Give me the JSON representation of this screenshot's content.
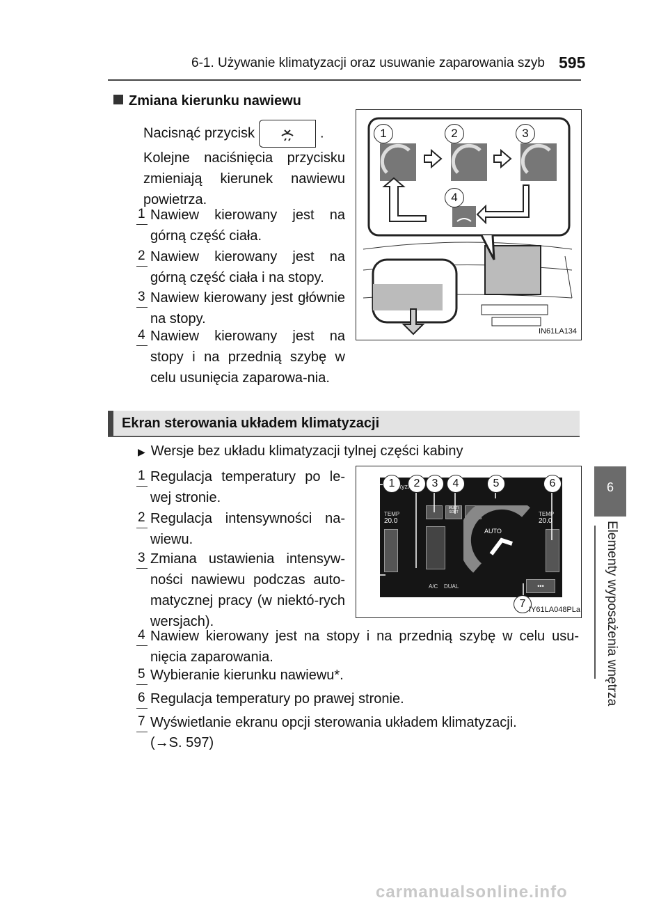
{
  "header": {
    "title": "6-1. Używanie klimatyzacji oraz usuwanie zaparowania szyb",
    "page_number": "595"
  },
  "side_tab": {
    "number": "6",
    "label": "Elementy wyposażenia wnętrza"
  },
  "section1": {
    "heading": "Zmiana kierunku nawiewu",
    "press_before": "Nacisnąć przycisk",
    "press_after": ".",
    "intro": "Kolejne naciśnięcia przycisku zmieniają kierunek nawiewu powietrza.",
    "items": [
      {
        "n": "1",
        "text": "Nawiew kierowany jest na górną część ciała."
      },
      {
        "n": "2",
        "text": "Nawiew kierowany jest na górną część ciała i na stopy."
      },
      {
        "n": "3",
        "text": "Nawiew kierowany jest głównie na stopy."
      },
      {
        "n": "4",
        "text": "Nawiew kierowany jest na stopy i na przednią szybę w celu usunięcia zaparowa-nia."
      }
    ],
    "figure": {
      "code": "IN61LA134",
      "labels": [
        "1",
        "2",
        "3",
        "4"
      ]
    }
  },
  "section2": {
    "heading": "Ekran sterowania układem klimatyzacji",
    "sub": "Wersje bez układu klimatyzacji tylnej części kabiny",
    "items": [
      {
        "n": "1",
        "text": "Regulacja temperatury po le-wej stronie."
      },
      {
        "n": "2",
        "text": "Regulacja intensywności na-wiewu."
      },
      {
        "n": "3",
        "text": "Zmiana ustawienia intensyw-ności nawiewu podczas auto-matycznej pracy (w niektó-rych wersjach)."
      },
      {
        "n": "4",
        "text": "Nawiew kierowany jest na stopy i na przednią szybę w celu usu-nięcia zaparowania."
      },
      {
        "n": "5",
        "text": "Wybieranie kierunku nawiewu*."
      },
      {
        "n": "6",
        "text": "Regulacja temperatury po prawej stronie."
      },
      {
        "n": "7",
        "text": "Wyświetlanie ekranu opcji sterowania układem klimatyzacji."
      },
      {
        "n": "",
        "text": "(→S. 597)"
      }
    ],
    "figure": {
      "code": "IY61LA048PLa",
      "labels": [
        "1",
        "2",
        "3",
        "4",
        "5",
        "6",
        "7"
      ],
      "screen_title": "Klimatyzacja",
      "temp_label": "TEMP",
      "temp_left": "20.0",
      "temp_right": "20.0",
      "soft_label": "MULTI SOFT",
      "auto_label": "AUTO",
      "ac_label": "A/C",
      "dual_label": "DUAL",
      "more_label": "•••"
    }
  },
  "footer": {
    "watermark": "carmanualsonline.info"
  }
}
